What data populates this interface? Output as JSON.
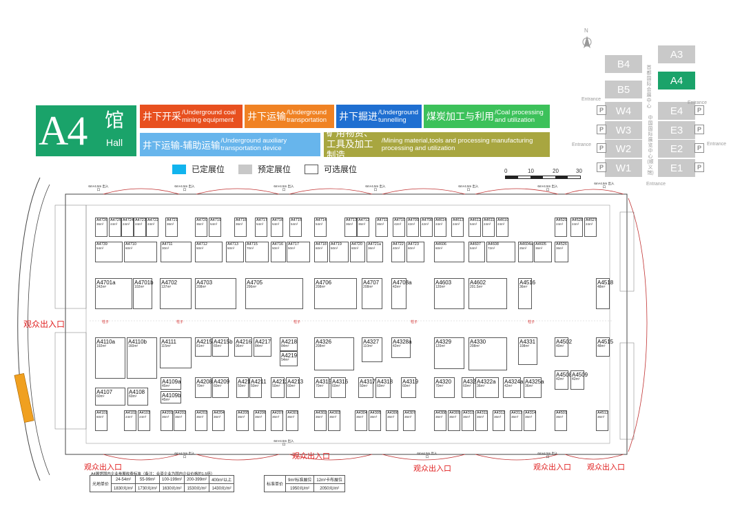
{
  "hall": {
    "code": "A4",
    "zh": "馆",
    "en": "Hall"
  },
  "categories": [
    {
      "zh": "井下开采",
      "en": "/Underground coal mining equipment",
      "color": "#e8501f"
    },
    {
      "zh": "井下运输",
      "en": "/Underground transportation",
      "color": "#f08223"
    },
    {
      "zh": "井下掘进",
      "en": "/Underground tunnelling",
      "color": "#1f6fd1"
    },
    {
      "zh": "煤炭加工与利用",
      "en": "/Coal processing and utilization",
      "color": "#3cc15a"
    },
    {
      "zh": "井下运输-辅助运输",
      "en": "/Underground auxiliary transportation device",
      "color": "#67b5ec"
    },
    {
      "zh": "矿用物资、工具及加工制造",
      "en": "/Mining material,tools and processing manufacturing  processing and utilization",
      "color": "#a8a640"
    }
  ],
  "legend": [
    {
      "label": "已定展位",
      "color": "#11b4ee"
    },
    {
      "label": "预定展位",
      "color": "#c8c8c8"
    },
    {
      "label": "可选展位",
      "color": "#ffffff"
    }
  ],
  "scale": {
    "ticks": [
      "0",
      "10",
      "20",
      "30"
    ]
  },
  "keymap": {
    "north": "N",
    "halls": [
      "A3",
      "B4",
      "A4",
      "B5",
      "W4",
      "E4",
      "W3",
      "E3",
      "W2",
      "E2",
      "W1",
      "E1"
    ],
    "active": "A4",
    "center_west": "首都国际会展中心",
    "center_mid": "中国国际展览中心(顺义馆)",
    "entrance": "Entrance",
    "parking": "P"
  },
  "plan": {
    "pillar_label": "柱子",
    "audience_entrance": "观众出入口",
    "gate_label": "6m×4.5m 出入口",
    "booths_top": [
      {
        "id": "A4726",
        "ar": "36m²"
      },
      {
        "id": "A4725",
        "ar": "24m²"
      },
      {
        "id": "A4724",
        "ar": "24m²"
      },
      {
        "id": "A4723",
        "ar": "24m²"
      },
      {
        "id": "A4722",
        "ar": "24m²"
      },
      {
        "id": "A4721",
        "ar": "36m²"
      },
      {
        "id": "A4720",
        "ar": "36m²"
      },
      {
        "id": "A4719",
        "ar": "54m²"
      },
      {
        "id": "A4718",
        "ar": "36m²"
      },
      {
        "id": "A4717",
        "ar": "54m²"
      },
      {
        "id": "A4716",
        "ar": "54m²"
      },
      {
        "id": "A4715",
        "ar": "54m²"
      },
      {
        "id": "A4714",
        "ar": "54m²"
      },
      {
        "id": "A4713",
        "ar": "36m²"
      },
      {
        "id": "A4712",
        "ar": "36m²"
      },
      {
        "id": "A4711",
        "ar": "36m²"
      },
      {
        "id": "A4710",
        "ar": "42m²"
      },
      {
        "id": "A4709",
        "ar": "42m²"
      },
      {
        "id": "A4708",
        "ar": "42m²"
      },
      {
        "id": "A4614",
        "ar": "24m²"
      },
      {
        "id": "A4613",
        "ar": "24m²"
      },
      {
        "id": "A4612",
        "ar": "54m²"
      },
      {
        "id": "A4611",
        "ar": "24m²"
      },
      {
        "id": "A4610",
        "ar": "24m²"
      },
      {
        "id": "A4529",
        "ar": "24m²"
      },
      {
        "id": "A4528",
        "ar": "24m²"
      },
      {
        "id": "A4527",
        "ar": "24m²"
      }
    ],
    "booths_row2": [
      {
        "id": "A4739",
        "ar": "54m²"
      },
      {
        "id": "A4710",
        "ar": "60m²"
      },
      {
        "id": "A4711",
        "ar": "30m²"
      },
      {
        "id": "A4712",
        "ar": "50m²"
      },
      {
        "id": "A4713",
        "ar": "50m²"
      },
      {
        "id": "A4715",
        "ar": "70m²"
      },
      {
        "id": "A4716",
        "ar": "50m²"
      },
      {
        "id": "A4717",
        "ar": "50m²"
      },
      {
        "id": "A4718",
        "ar": "60m²"
      },
      {
        "id": "A4719",
        "ar": "50m²"
      },
      {
        "id": "A4720",
        "ar": "60m²"
      },
      {
        "id": "A4721a",
        "ar": "36m²"
      },
      {
        "id": "A4722",
        "ar": "40m²"
      },
      {
        "id": "A4723",
        "ar": "60m²"
      },
      {
        "id": "A4606",
        "ar": "60m²"
      },
      {
        "id": "A4607",
        "ar": "54m²"
      },
      {
        "id": "A4608",
        "ar": "72m²"
      },
      {
        "id": "A4604a",
        "ar": "25m²"
      },
      {
        "id": "A4605",
        "ar": "36m²"
      },
      {
        "id": "A4526",
        "ar": "36m²"
      }
    ],
    "booths_big_top": [
      {
        "id": "A4701a",
        "ar": "242m²"
      },
      {
        "id": "A4701b",
        "ar": "102m²"
      },
      {
        "id": "A4702",
        "ar": "137m²"
      },
      {
        "id": "A4703",
        "ar": "208m²"
      },
      {
        "id": "A4705",
        "ar": "296m²"
      },
      {
        "id": "A4706",
        "ar": "208m²"
      },
      {
        "id": "A4707",
        "ar": "208m²"
      },
      {
        "id": "A4708a",
        "ar": "42m²"
      },
      {
        "id": "A4603",
        "ar": "120m²"
      },
      {
        "id": "A4602",
        "ar": "201.5m²"
      },
      {
        "id": "A4516",
        "ar": "36m²"
      },
      {
        "id": "A4518",
        "ar": "48m²"
      }
    ],
    "booths_big_bottom": [
      {
        "id": "A4110a",
        "ar": "192m²"
      },
      {
        "id": "A4110b",
        "ar": "160m²"
      },
      {
        "id": "A4111",
        "ar": "115m²"
      },
      {
        "id": "A4215a",
        "ar": "81m²"
      },
      {
        "id": "A4215b",
        "ar": "65m²"
      },
      {
        "id": "A4216",
        "ar": "96m²"
      },
      {
        "id": "A4217",
        "ar": "84m²"
      },
      {
        "id": "A4218",
        "ar": "84m²"
      },
      {
        "id": "A4219",
        "ar": "54m²"
      },
      {
        "id": "A4326",
        "ar": "208m²"
      },
      {
        "id": "A4327",
        "ar": "110m²"
      },
      {
        "id": "A4328a",
        "ar": "42m²"
      },
      {
        "id": "A4329",
        "ar": "120m²"
      },
      {
        "id": "A4330",
        "ar": "208m²"
      },
      {
        "id": "A4331",
        "ar": "108m²"
      },
      {
        "id": "A4502",
        "ar": "40m²"
      },
      {
        "id": "A4515",
        "ar": "48m²"
      }
    ],
    "booths_row_lower": [
      {
        "id": "A4109a",
        "ar": "45m²"
      },
      {
        "id": "A4109b",
        "ar": "45m²"
      },
      {
        "id": "A4107",
        "ar": "60m²"
      },
      {
        "id": "A4108",
        "ar": "60m²"
      },
      {
        "id": "A4208",
        "ar": "70m²"
      },
      {
        "id": "A4209",
        "ar": "60m²"
      },
      {
        "id": "A4210",
        "ar": "50m²"
      },
      {
        "id": "A4211",
        "ar": "50m²"
      },
      {
        "id": "A4212",
        "ar": "50m²"
      },
      {
        "id": "A4213",
        "ar": "60m²"
      },
      {
        "id": "A4315",
        "ar": "70m²"
      },
      {
        "id": "A4316",
        "ar": "60m²"
      },
      {
        "id": "A4317",
        "ar": "50m²"
      },
      {
        "id": "A4318",
        "ar": "60m²"
      },
      {
        "id": "A4319",
        "ar": "60m²"
      },
      {
        "id": "A4320",
        "ar": "70m²"
      },
      {
        "id": "A4321",
        "ar": "60m²"
      },
      {
        "id": "A4322a",
        "ar": "36m²"
      },
      {
        "id": "A4324a",
        "ar": "42m²"
      },
      {
        "id": "A4325a",
        "ar": "36m²"
      },
      {
        "id": "A4508",
        "ar": "42m²"
      },
      {
        "id": "A4509",
        "ar": "42m²"
      }
    ],
    "booths_bottom": [
      {
        "id": "A4101",
        "ar": "60m²"
      },
      {
        "id": "A4102",
        "ar": "24m²"
      },
      {
        "id": "A4103",
        "ar": "24m²"
      },
      {
        "id": "A4201",
        "ar": "36m²"
      },
      {
        "id": "A4202",
        "ar": "36m²"
      },
      {
        "id": "A4203",
        "ar": "36m²"
      },
      {
        "id": "A4204",
        "ar": "36m²"
      },
      {
        "id": "A4205",
        "ar": "36m²"
      },
      {
        "id": "A4206",
        "ar": "36m²"
      },
      {
        "id": "A4207",
        "ar": "36m²"
      },
      {
        "id": "A4301",
        "ar": "36m²"
      },
      {
        "id": "A4302",
        "ar": "36m²"
      },
      {
        "id": "A4303",
        "ar": "36m²"
      },
      {
        "id": "A4304",
        "ar": "36m²"
      },
      {
        "id": "A4305",
        "ar": "36m²"
      },
      {
        "id": "A4306",
        "ar": "36m²"
      },
      {
        "id": "A4307",
        "ar": "36m²"
      },
      {
        "id": "A4308",
        "ar": "36m²"
      },
      {
        "id": "A4309",
        "ar": "36m²"
      },
      {
        "id": "A4310",
        "ar": "36m²"
      },
      {
        "id": "A4311",
        "ar": "36m²"
      },
      {
        "id": "A4312",
        "ar": "36m²"
      },
      {
        "id": "A4313",
        "ar": "36m²"
      },
      {
        "id": "A4314",
        "ar": "36m²"
      },
      {
        "id": "A4501",
        "ar": "36m²"
      },
      {
        "id": "A4512",
        "ar": "36m²"
      }
    ]
  },
  "price": {
    "title": "A4展馆国内企业参展收费标准（备注：合资企业为国内企业价格的1.5倍）",
    "raw_label": "光地单价",
    "ranges": [
      "24-54m²",
      "55-99m²",
      "100-199m²",
      "200-399m²",
      "400m²以上"
    ],
    "raw_prices": [
      "1830元/m²",
      "1730元/m²",
      "1630元/m²",
      "1530元/m²",
      "1430元/m²"
    ],
    "std_label": "标准单价",
    "std_types": [
      "9m²标准展位",
      "12m²卡布展位"
    ],
    "std_prices": [
      "1950元/m²",
      "2050元/m²"
    ]
  }
}
